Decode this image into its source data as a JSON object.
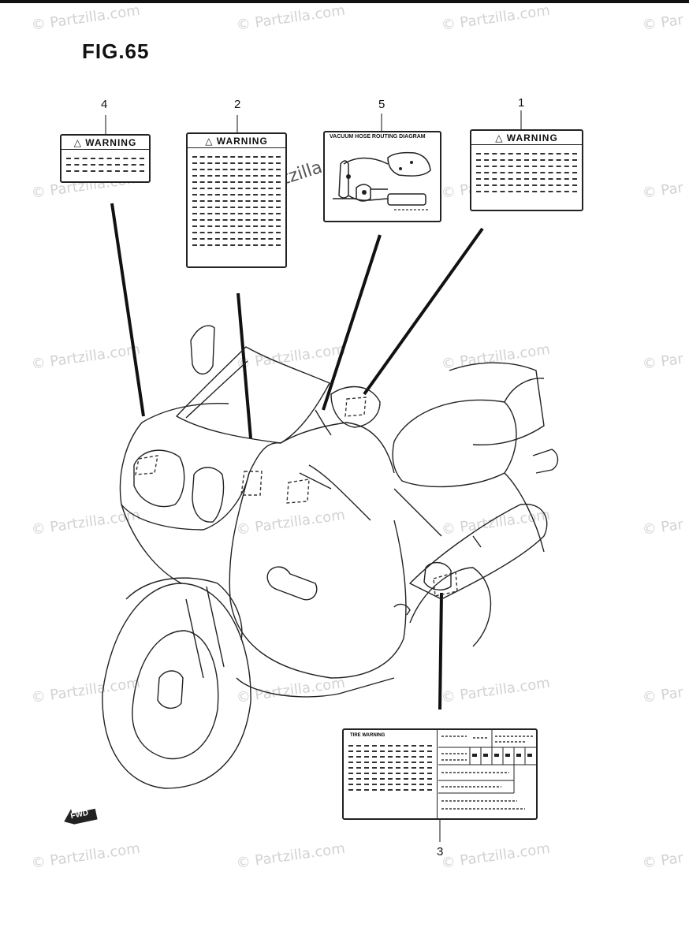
{
  "figure": {
    "title": "FIG.65"
  },
  "watermark": {
    "text": "© Partzilla.com",
    "short_text": "© Par"
  },
  "callouts": {
    "n1": "1",
    "n2": "2",
    "n3": "3",
    "n4": "4",
    "n5": "5"
  },
  "labels": {
    "warning": "WARNING",
    "vacuum_title": "VACUUM HOSE ROUTING DIAGRAM",
    "tire_title": "TIRE WARNING"
  },
  "direction": {
    "fwd": "FWD"
  }
}
